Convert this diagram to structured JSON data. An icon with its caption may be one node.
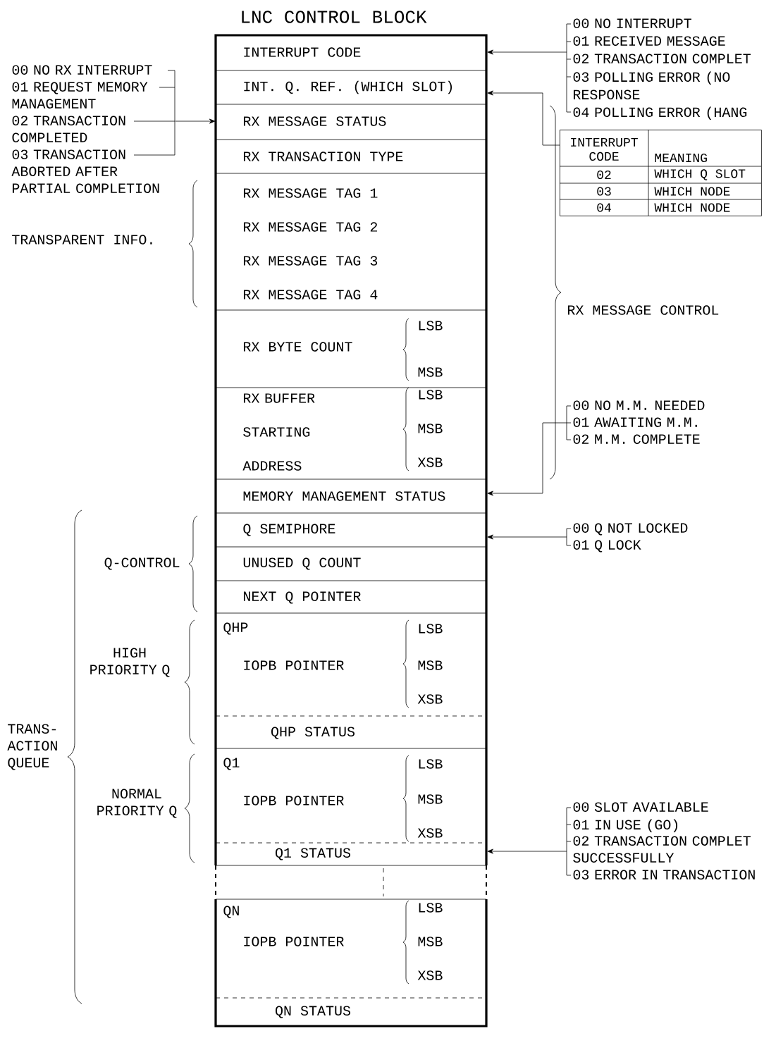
{
  "diagram": {
    "title": "LNC CONTROL BLOCK",
    "nodes": [
      {
        "text": [],
        "shape": "box"
      },
      {
        "text": [
          "INTERRUPT CODE"
        ],
        "in": 0
      },
      {
        "text": [
          "INT. Q. REF. (WHICH SLOT)"
        ],
        "in": 0
      },
      {
        "text": [
          "RX MESSAGE STATUS"
        ],
        "in": 0
      },
      {
        "text": [
          "RX TRANSACTION TYPE"
        ],
        "in": 0
      },
      {
        "text": [
          "RX MESSAGE TAG 1",
          "RX MESSAGE TAG 2",
          "RX MESSAGE TAG 3",
          "RX MESSAGE TAG 4"
        ],
        "in": 0
      },
      {
        "text": [
          "RX BYTE COUNT",
          "LSB",
          "MSB"
        ],
        "in": 0
      },
      {
        "text": [
          "RX BUFFER STARTING ADDRESS",
          "LSB",
          "MSB",
          "XSB"
        ],
        "in": 0
      },
      {
        "text": [
          "MEMORY MANAGEMENT STATUS"
        ],
        "in": 0
      },
      {
        "text": [
          "Q SEMIPHORE"
        ],
        "in": 0
      },
      {
        "text": [
          "UNUSED Q COUNT"
        ],
        "in": 0
      },
      {
        "text": [
          "NEXT Q POINTER"
        ],
        "in": 0
      },
      {
        "text": [
          "QHP",
          "IOPB POINTER",
          "LSB",
          "MSB",
          "XSB"
        ],
        "in": 0
      },
      {
        "text": [
          "QHP STATUS"
        ],
        "in": 0
      },
      {
        "text": [
          "Q1",
          "IOPB POINTER",
          "LSB",
          "MSB",
          "XSB"
        ],
        "in": 0
      },
      {
        "text": [
          "Q1 STATUS"
        ],
        "in": 0
      },
      {
        "text": [],
        "shape": "box",
        "in": 0
      },
      {
        "text": [
          "QN",
          "IOPB POINTER",
          "LSB",
          "MSB",
          "XSB"
        ],
        "in": 0
      },
      {
        "text": [
          "QN STATUS"
        ],
        "in": 0
      },
      {
        "text": [
          "00 NO RX INTERRUPT",
          "01 REQUEST MEMORY MANAGEMENT",
          "02 TRANSACTION COMPLETED",
          "03 TRANSACTION ABORTED AFTER PARTIAL COMPLETION"
        ]
      },
      {
        "text": [
          "00 NO INTERRUPT",
          "01 RECEIVED MESSAGE",
          "02 TRANSACTION COMPLET",
          "03 POLLING ERROR (NO RESPONSE",
          "04 POLLING ERROR (HANG"
        ]
      },
      {
        "text": [
          "INTERRUPT CODE",
          "MEANING",
          "02",
          "WHICH Q SLOT",
          "03",
          "WHICH NODE",
          "04",
          "WHICH NODE"
        ]
      },
      {
        "text": [
          "00 NO M.M. NEEDED",
          "01 AWAITING M.M.",
          "02 M.M. COMPLETE"
        ]
      },
      {
        "text": [
          "00 Q NOT LOCKED",
          "01 Q LOCK"
        ]
      },
      {
        "text": [
          "00 SLOT AVAILABLE",
          "01 IN USE (GO)",
          "02 TRANSACTION COMPLET SUCCESSFULLY",
          "03 ERROR IN TRANSACTION"
        ]
      }
    ],
    "edges": [
      {
        "from": 19,
        "to": 3,
        "arrow": "to"
      },
      {
        "from": 20,
        "to": 1,
        "arrow": "to"
      },
      {
        "from": 21,
        "to": 2,
        "arrow": "to"
      },
      {
        "from": 22,
        "to": 8,
        "arrow": "to"
      },
      {
        "from": 23,
        "to": 9,
        "arrow": "to"
      },
      {
        "from": 24,
        "to": 15,
        "arrow": "to"
      }
    ],
    "labels": [
      "TRANSPARENT INFO.",
      "RX MESSAGE CONTROL",
      "Q-CONTROL",
      "HIGH PRIORITY Q",
      "NORMAL PRIORITY Q",
      "TRANS- ACTION QUEUE"
    ]
  }
}
